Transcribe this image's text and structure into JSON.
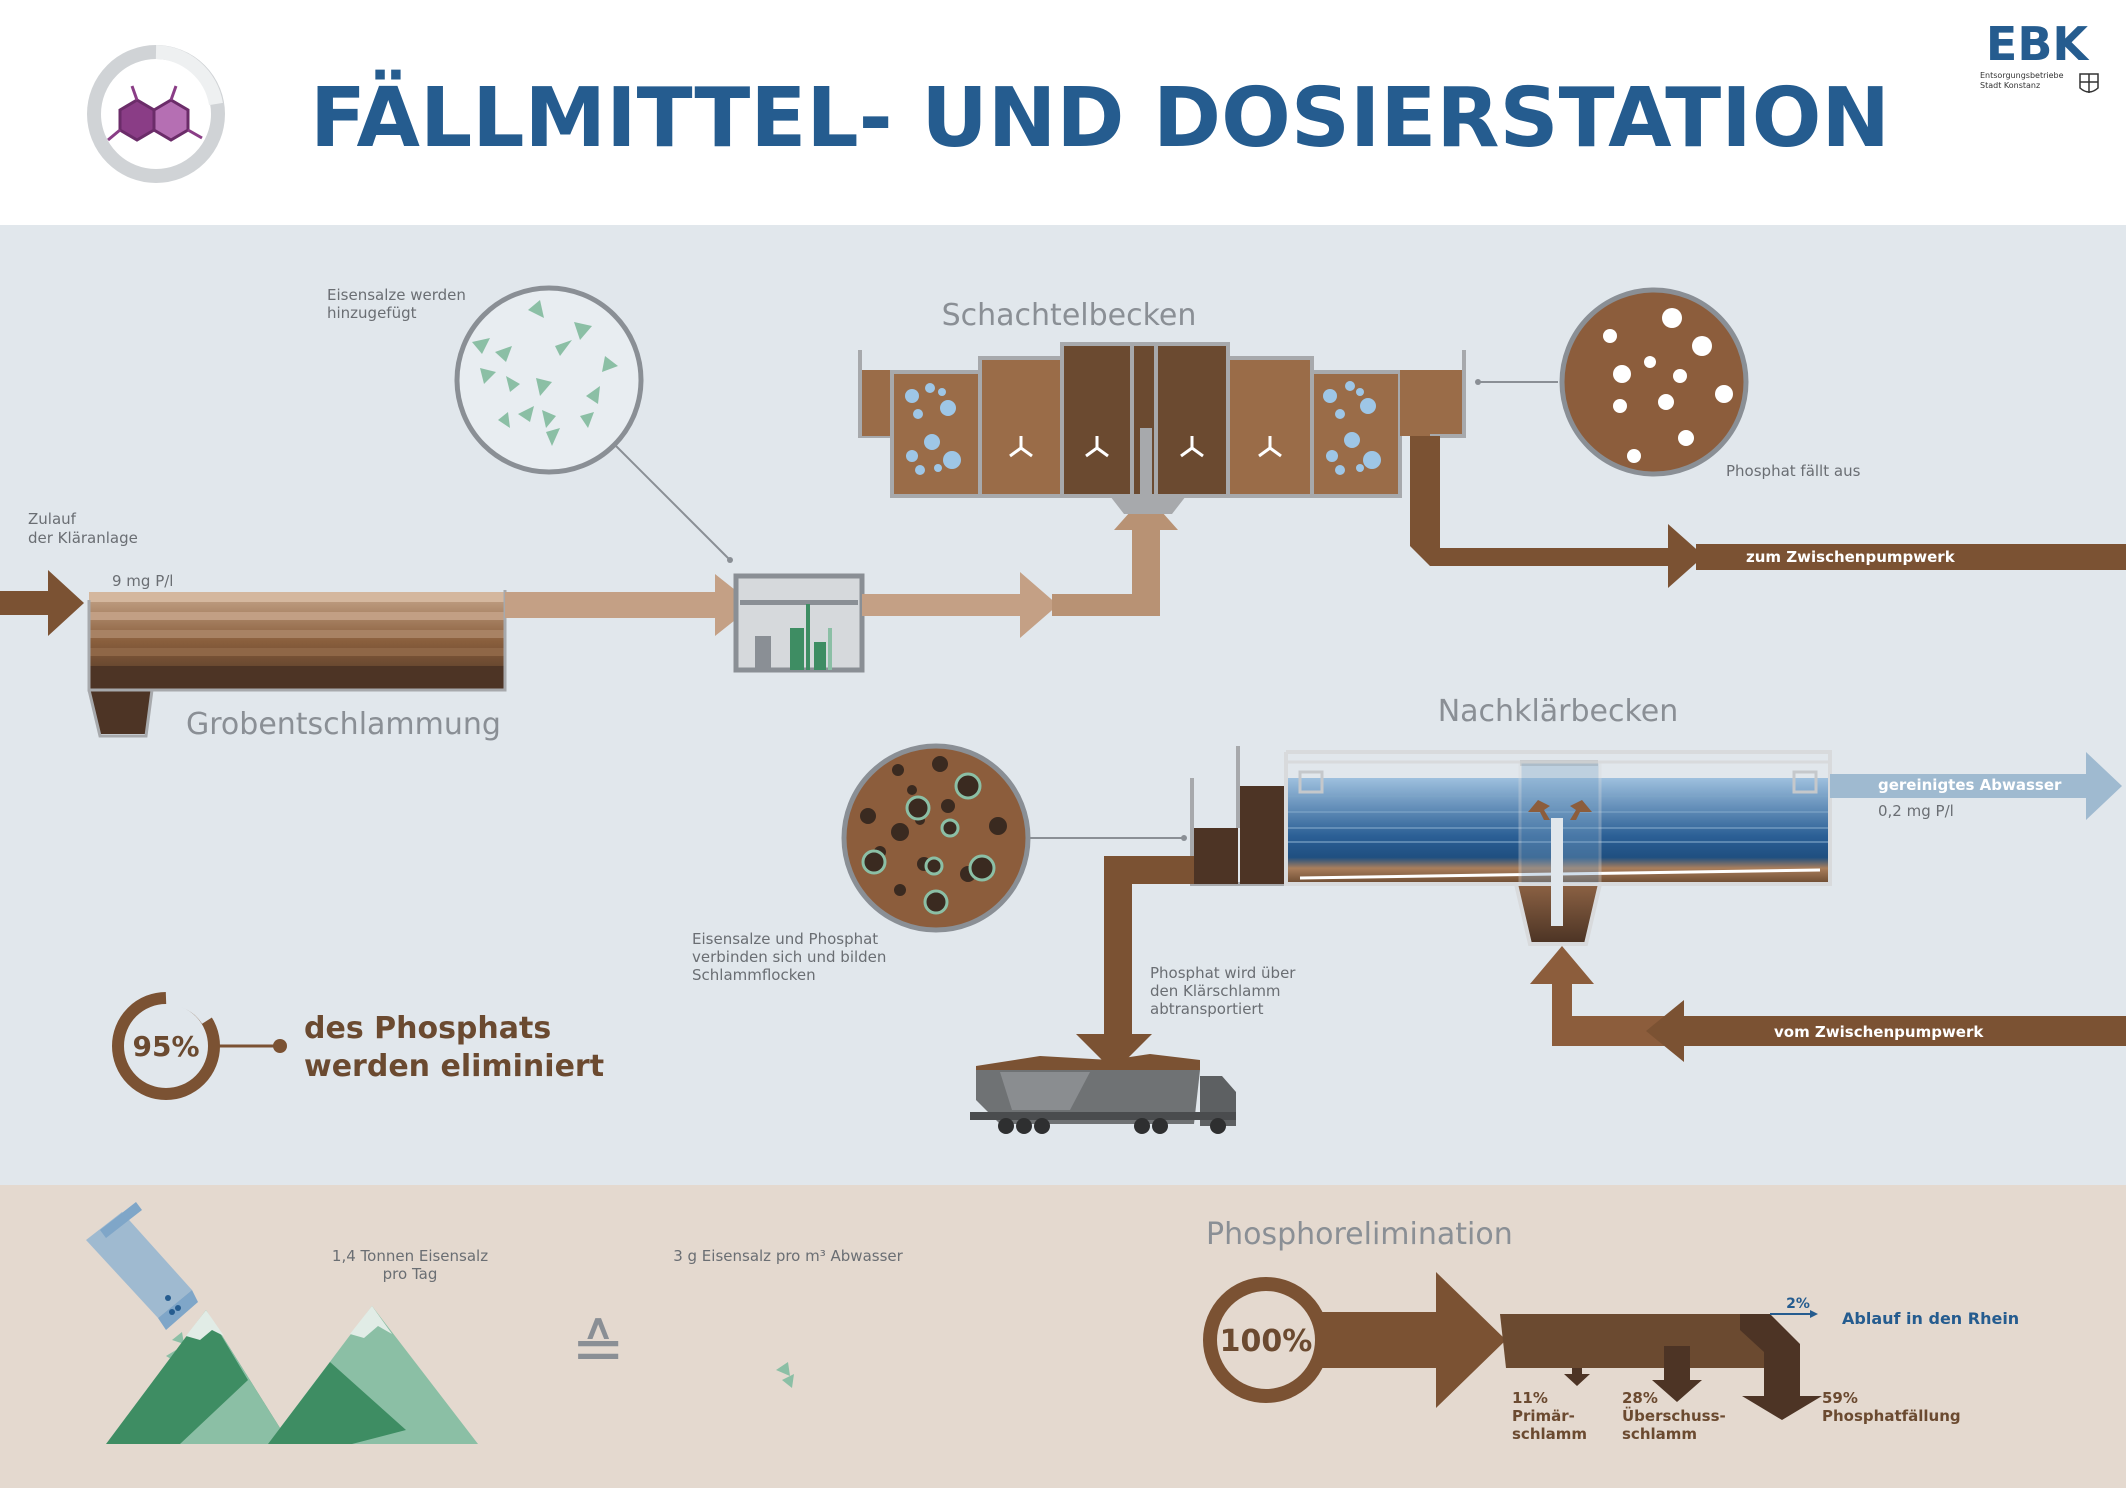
{
  "header": {
    "title": "FÄLLMITTEL- UND DOSIERSTATION",
    "logo_text": "EBK",
    "logo_subtitle_1": "Entsorgungsbetriebe",
    "logo_subtitle_2": "Stadt Konstanz",
    "icon": "molecule-icon"
  },
  "process": {
    "inflow_label_1": "Zulauf",
    "inflow_label_2": "der Kläranlage",
    "inflow_value": "9 mg P/l",
    "grit_tank_label": "Grobentschlammung",
    "salt_label_1": "Eisensalze werden",
    "salt_label_2": "hinzugefügt",
    "box_tank_label": "Schachtelbecken",
    "phosphate_label": "Phosphat fällt aus",
    "to_pump_label": "zum Zwischenpumpwerk",
    "secondary_label": "Nachklärbecken",
    "clean_label": "gereinigtes Abwasser",
    "clean_value": "0,2 mg P/l",
    "flocs_label_1": "Eisensalze und Phosphat",
    "flocs_label_2": "verbinden sich und bilden",
    "flocs_label_3": "Schlammflocken",
    "sludge_label_1": "Phosphat wird über",
    "sludge_label_2": "den Klärschlamm",
    "sludge_label_3": "abtransportiert",
    "from_pump_label": "vom Zwischenpumpwerk",
    "elim_percent": "95%",
    "elim_text_1": "des Phosphats",
    "elim_text_2": "werden eliminiert"
  },
  "footer": {
    "salt_per_day_1": "1,4 Tonnen Eisensalz",
    "salt_per_day_2": "pro Tag",
    "equals_symbol": "≙",
    "salt_per_m3": "3 g Eisensalz pro m³ Abwasser",
    "elim_title": "Phosphorelimination",
    "total_percent": "100%",
    "rhine_percent": "2%",
    "rhine_label": "Ablauf in den Rhein",
    "primary_percent": "11%",
    "primary_label_1": "Primär-",
    "primary_label_2": "schlamm",
    "excess_percent": "28%",
    "excess_label_1": "Überschuss-",
    "excess_label_2": "schlamm",
    "precip_percent": "59%",
    "precip_label": "Phosphatfällung"
  },
  "colors": {
    "title_blue": "#255c8f",
    "panel_blue": "#e1e7ec",
    "panel_beige": "#e4d9cf",
    "brown": "#7b5233",
    "light_brown": "#b89274",
    "water_blue": "#9fbad0",
    "green": "#3e8d63"
  }
}
